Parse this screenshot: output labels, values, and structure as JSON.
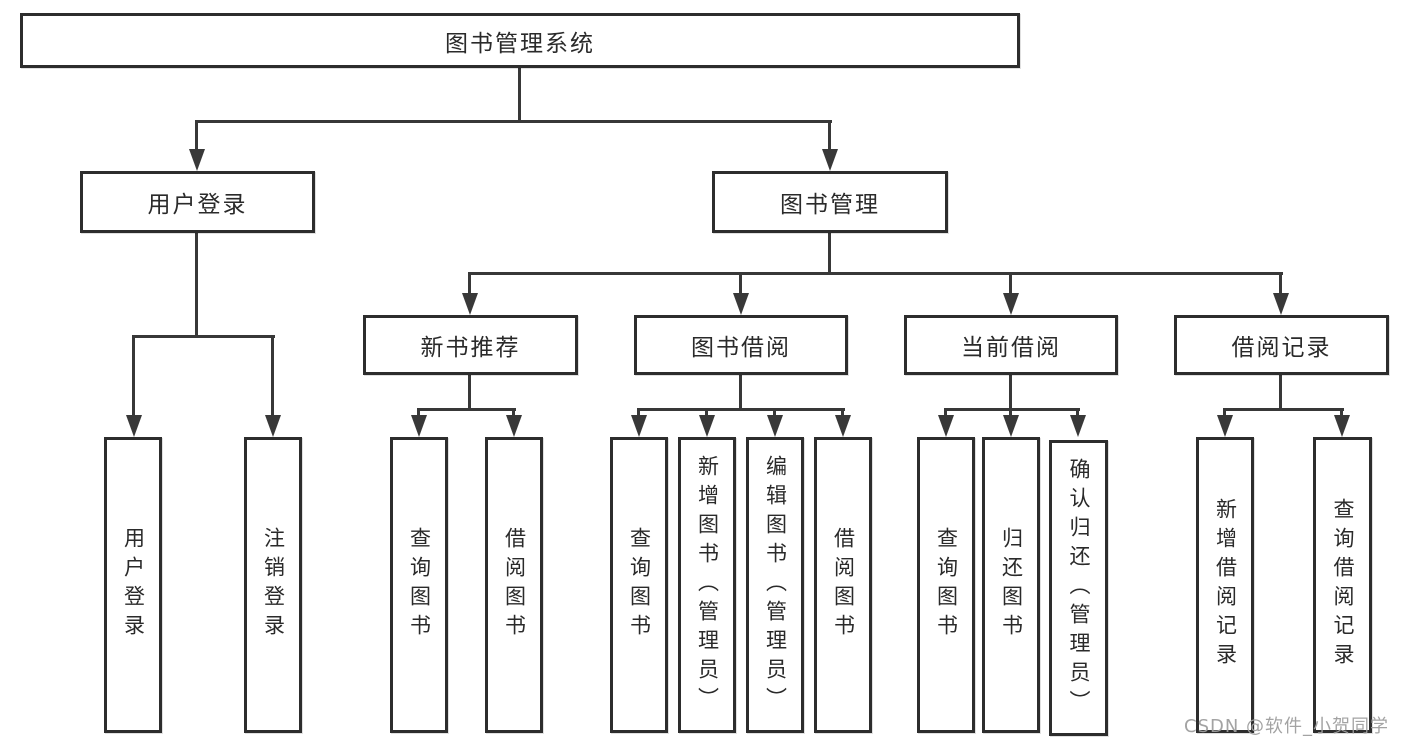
{
  "nodes": {
    "root": "图书管理系统",
    "user_login": "用户登录",
    "book_management": "图书管理",
    "new_book_recommend": "新书推荐",
    "book_borrow": "图书借阅",
    "current_borrow": "当前借阅",
    "borrow_record": "借阅记录",
    "leaf_user_login": "用户登录",
    "leaf_logout": "注销登录",
    "leaf_nbr_query_book": "查询图书",
    "leaf_nbr_borrow_book": "借阅图书",
    "leaf_bb_query_book": "查询图书",
    "leaf_bb_add_book": "新增图书（管理员）",
    "leaf_bb_edit_book": "编辑图书（管理员）",
    "leaf_bb_borrow_book": "借阅图书",
    "leaf_cb_query_book": "查询图书",
    "leaf_cb_return_book": "归还图书",
    "leaf_cb_confirm_return": "确认归还（管理员）",
    "leaf_br_add_record": "新增借阅记录",
    "leaf_br_query_record": "查询借阅记录"
  },
  "watermark": "CSDN @软件_小贺同学",
  "colors": {
    "line": "#383838",
    "box_border": "#2d2d2d",
    "box_fill": "#ffffff",
    "text": "#2a2a2a",
    "watermark": "#9e9e9e",
    "background": "#ffffff"
  }
}
